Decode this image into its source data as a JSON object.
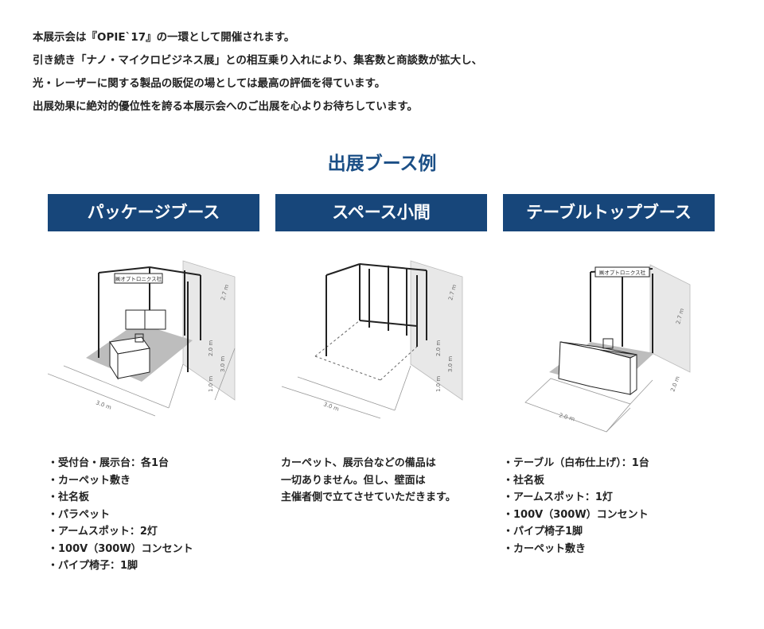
{
  "intro": {
    "lines": [
      "本展示会は『OPIE`17』の一環として開催されます。",
      "引き続き「ナノ・マイクロビジネス展」との相互乗り入れにより、集客数と商談数が拡大し、",
      "光・レーザーに関する製品の販促の場としては最高の評価を得ています。",
      "出展効果に絶対的優位性を誇る本展示会へのご出展を心よりお待ちしています。"
    ]
  },
  "section_title": "出展ブース例",
  "booths": [
    {
      "title": "パッケージブース",
      "sign_text": "㈱オプトロニクス社",
      "dims": {
        "width": "3.0 m",
        "height": "2.7 m",
        "wall": "2.0 m",
        "depth": "3.0 m",
        "low": "1.0 m"
      },
      "items": [
        "・受付台・展示台：各1台",
        "・カーペット敷き",
        "・社名板",
        "・パラペット",
        "・アームスポット：2灯",
        "・100V（300W）コンセント",
        "・パイプ椅子：1脚"
      ]
    },
    {
      "title": "スペース小間",
      "dims": {
        "width": "3.0 m",
        "height": "2.7 m",
        "wall": "2.0 m",
        "depth": "3.0 m",
        "low": "1.0 m"
      },
      "note_lines": [
        "カーペット、展示台などの備品は",
        "一切ありません。但し、壁面は",
        "主催者側で立てさせていただきます。"
      ]
    },
    {
      "title": "テーブルトップブース",
      "sign_text": "㈱オプトロニクス社",
      "dims": {
        "width": "2.0 m",
        "height": "2.7 m",
        "depth": "2.0 m"
      },
      "items": [
        "・テーブル（白布仕上げ）：1台",
        "・社名板",
        "・アームスポット：1灯",
        "・100V（300W）コンセント",
        "・パイプ椅子1脚",
        "・カーペット敷き"
      ]
    }
  ]
}
